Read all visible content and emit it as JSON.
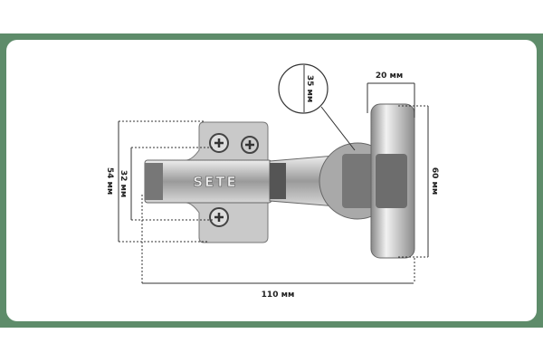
{
  "brand": "SETE",
  "dimensions": {
    "overall_length": "110 мм",
    "plate_height": "54 мм",
    "hole_spacing": "32 мм",
    "door_plate_height": "60 мм",
    "door_plate_width": "20 мм",
    "cup_diameter": "35 мм"
  },
  "colors": {
    "frame": "#5e8c6a",
    "metal": "#b8b8b8"
  }
}
